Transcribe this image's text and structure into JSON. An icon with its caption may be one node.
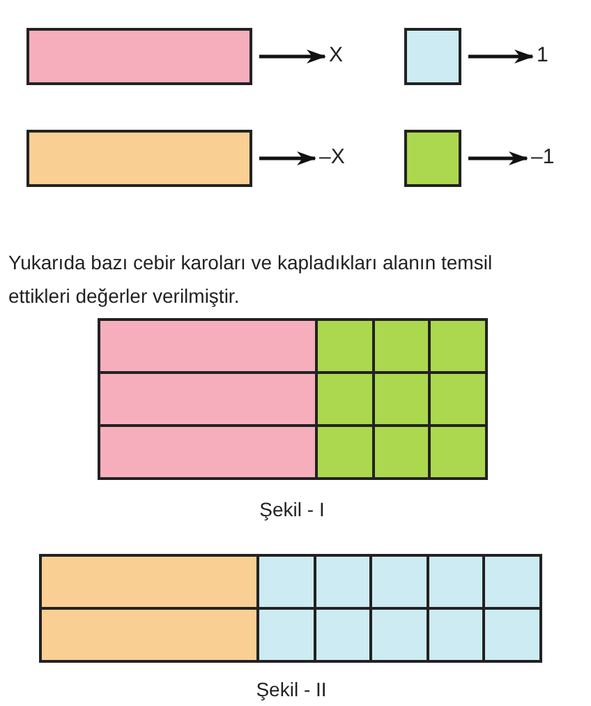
{
  "diagram": {
    "nodes": [
      {
        "text": [],
        "shape": "box"
      },
      {
        "text": [
          "X"
        ]
      },
      {
        "text": [],
        "shape": "box"
      },
      {
        "text": [
          "1"
        ]
      },
      {
        "text": [],
        "shape": "box"
      },
      {
        "text": [
          "–X"
        ]
      },
      {
        "text": [],
        "shape": "box"
      },
      {
        "text": [
          "–1"
        ]
      },
      {
        "text": [
          "Şekil - I"
        ]
      },
      {
        "text": [],
        "shape": "box",
        "in": 8
      },
      {
        "text": [],
        "shape": "box",
        "in": 8
      },
      {
        "text": [],
        "shape": "box",
        "in": 8
      },
      {
        "text": [],
        "shape": "box",
        "in": 8
      },
      {
        "text": [],
        "shape": "box",
        "in": 8
      },
      {
        "text": [],
        "shape": "box",
        "in": 8
      },
      {
        "text": [],
        "shape": "box",
        "in": 8
      },
      {
        "text": [],
        "shape": "box",
        "in": 8
      },
      {
        "text": [],
        "shape": "box",
        "in": 8
      },
      {
        "text": [],
        "shape": "box",
        "in": 8
      },
      {
        "text": [],
        "shape": "box",
        "in": 8
      },
      {
        "text": [],
        "shape": "box",
        "in": 8
      },
      {
        "text": [
          "Şekil - II"
        ]
      },
      {
        "text": [],
        "shape": "box",
        "in": 21
      },
      {
        "text": [],
        "shape": "box",
        "in": 21
      },
      {
        "text": [],
        "shape": "box",
        "in": 21
      },
      {
        "text": [],
        "shape": "box",
        "in": 21
      },
      {
        "text": [],
        "shape": "box",
        "in": 21
      },
      {
        "text": [],
        "shape": "box",
        "in": 21
      },
      {
        "text": [],
        "shape": "box",
        "in": 21
      },
      {
        "text": [],
        "shape": "box",
        "in": 21
      },
      {
        "text": [],
        "shape": "box",
        "in": 21
      },
      {
        "text": [],
        "shape": "box",
        "in": 21
      },
      {
        "text": [],
        "shape": "box",
        "in": 21
      },
      {
        "text": [],
        "shape": "box",
        "in": 21
      }
    ],
    "edges": [
      {
        "from": 0,
        "to": 1,
        "arrow": "to"
      },
      {
        "from": 2,
        "to": 3,
        "arrow": "to"
      },
      {
        "from": 4,
        "to": 5,
        "arrow": "to"
      },
      {
        "from": 6,
        "to": 7,
        "arrow": "to"
      }
    ],
    "labels": [
      "Yukarıda bazı cebir karoları ve kapladıkları alanın temsil ettikleri değerler verilmiştir."
    ]
  }
}
